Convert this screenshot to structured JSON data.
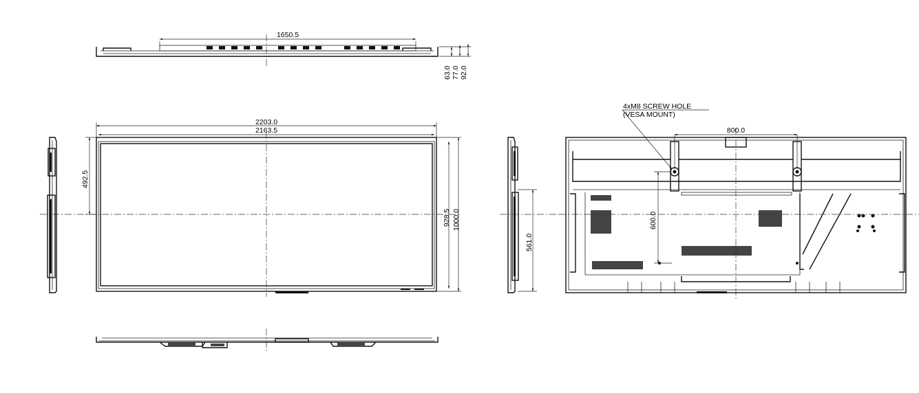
{
  "drawing": {
    "top_view": {
      "width_label": "1650.5",
      "depth_labels": [
        "63.0",
        "77.0",
        "92.0"
      ]
    },
    "front_view": {
      "overall_width_label": "2203.0",
      "active_width_label": "2163.5",
      "half_height_label": "492.5",
      "active_height_label": "928.5",
      "overall_height_label": "1000.0"
    },
    "side_view": {
      "mount_height_label": "561.0"
    },
    "rear_view": {
      "vesa_note_line1": "4xM8 SCREW HOLE",
      "vesa_note_line2": "(VESA MOUNT)",
      "vesa_horizontal_label": "800.0",
      "vesa_vertical_label": "600.0"
    }
  }
}
